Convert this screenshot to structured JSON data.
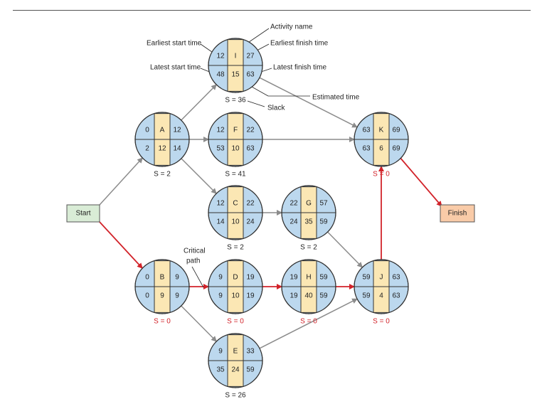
{
  "colors": {
    "node_blue": "#bcd8ee",
    "node_center": "#fbe7b4",
    "node_stroke": "#333333",
    "arrow_gray": "#8c8c8c",
    "critical_red": "#d2232a",
    "start_fill": "#d9ecd6",
    "finish_fill": "#f9cba8"
  },
  "start": {
    "label": "Start"
  },
  "finish": {
    "label": "Finish"
  },
  "nodes": [
    {
      "id": "I",
      "es": "12",
      "ef": "27",
      "ls": "48",
      "lf": "63",
      "t": "15",
      "slack": "S = 36",
      "critical": false
    },
    {
      "id": "A",
      "es": "0",
      "ef": "12",
      "ls": "2",
      "lf": "14",
      "t": "12",
      "slack": "S = 2",
      "critical": false
    },
    {
      "id": "F",
      "es": "12",
      "ef": "22",
      "ls": "53",
      "lf": "63",
      "t": "10",
      "slack": "S = 41",
      "critical": false
    },
    {
      "id": "K",
      "es": "63",
      "ef": "69",
      "ls": "63",
      "lf": "69",
      "t": "6",
      "slack": "S = 0",
      "critical": true
    },
    {
      "id": "C",
      "es": "12",
      "ef": "22",
      "ls": "14",
      "lf": "24",
      "t": "10",
      "slack": "S = 2",
      "critical": false
    },
    {
      "id": "G",
      "es": "22",
      "ef": "57",
      "ls": "24",
      "lf": "59",
      "t": "35",
      "slack": "S = 2",
      "critical": false
    },
    {
      "id": "B",
      "es": "0",
      "ef": "9",
      "ls": "0",
      "lf": "9",
      "t": "9",
      "slack": "S = 0",
      "critical": true
    },
    {
      "id": "D",
      "es": "9",
      "ef": "19",
      "ls": "9",
      "lf": "19",
      "t": "10",
      "slack": "S = 0",
      "critical": true
    },
    {
      "id": "H",
      "es": "19",
      "ef": "59",
      "ls": "19",
      "lf": "59",
      "t": "40",
      "slack": "S = 0",
      "critical": true
    },
    {
      "id": "J",
      "es": "59",
      "ef": "63",
      "ls": "59",
      "lf": "63",
      "t": "4",
      "slack": "S = 0",
      "critical": true
    },
    {
      "id": "E",
      "es": "9",
      "ef": "33",
      "ls": "35",
      "lf": "59",
      "t": "24",
      "slack": "S = 26",
      "critical": false
    }
  ],
  "edges": [
    {
      "from": "Start",
      "to": "A",
      "critical": false
    },
    {
      "from": "Start",
      "to": "B",
      "critical": true
    },
    {
      "from": "A",
      "to": "I",
      "critical": false
    },
    {
      "from": "A",
      "to": "F",
      "critical": false
    },
    {
      "from": "A",
      "to": "C",
      "critical": false
    },
    {
      "from": "I",
      "to": "K",
      "critical": false
    },
    {
      "from": "F",
      "to": "K",
      "critical": false
    },
    {
      "from": "C",
      "to": "G",
      "critical": false
    },
    {
      "from": "G",
      "to": "J",
      "critical": false
    },
    {
      "from": "B",
      "to": "D",
      "critical": true
    },
    {
      "from": "B",
      "to": "E",
      "critical": false
    },
    {
      "from": "D",
      "to": "H",
      "critical": true
    },
    {
      "from": "H",
      "to": "J",
      "critical": true
    },
    {
      "from": "E",
      "to": "J",
      "critical": false
    },
    {
      "from": "J",
      "to": "K",
      "critical": true
    },
    {
      "from": "K",
      "to": "Finish",
      "critical": true
    }
  ],
  "annotations": {
    "activity_name": "Activity name",
    "earliest_start": "Earliest start time",
    "earliest_finish": "Earliest finish time",
    "latest_start": "Latest start time",
    "latest_finish": "Latest finish time",
    "estimated_time": "Estimated time",
    "slack": "Slack",
    "critical_path_line1": "Critical",
    "critical_path_line2": "path"
  }
}
